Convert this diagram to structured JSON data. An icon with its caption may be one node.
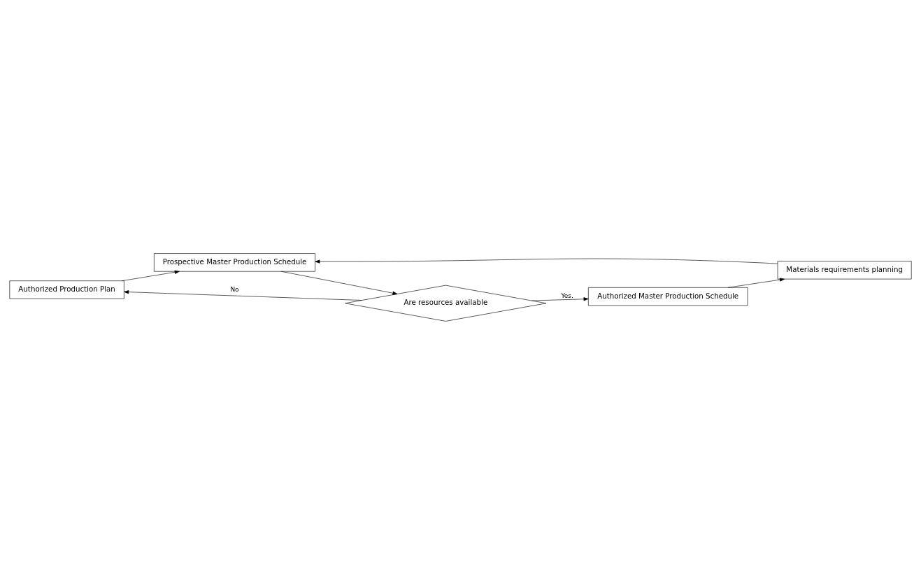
{
  "diagram": {
    "nodes": [
      {
        "text": [
          "Authorized Production Plan"
        ]
      },
      {
        "text": [
          "Prospective Master Production Schedule"
        ]
      },
      {
        "text": [
          "Are resources available"
        ]
      },
      {
        "text": [
          "Authorized Master Production Schedule"
        ]
      },
      {
        "text": [
          "Materials requirements planning"
        ]
      }
    ],
    "edges": [
      {
        "from": 2,
        "to": 0,
        "arrow": "to",
        "label": "No"
      },
      {
        "from": 0,
        "to": 1,
        "arrow": "to"
      },
      {
        "from": 1,
        "to": 2,
        "arrow": "to"
      },
      {
        "from": 2,
        "to": 3,
        "arrow": "to",
        "label": "Yes."
      },
      {
        "from": 3,
        "to": 4,
        "arrow": "to"
      },
      {
        "from": 4,
        "to": 1,
        "arrow": "to"
      }
    ]
  }
}
